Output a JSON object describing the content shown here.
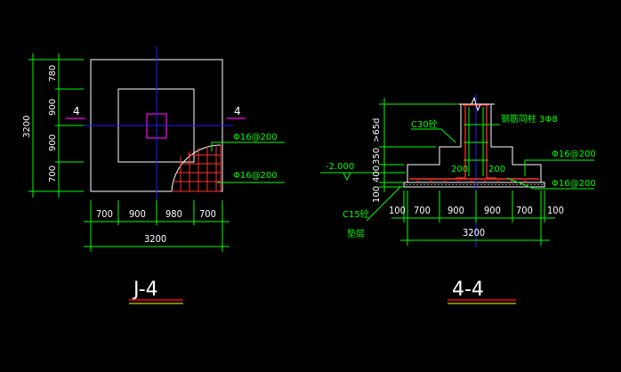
{
  "plan": {
    "title": "J-4",
    "total_width": "3200",
    "total_height": "3200",
    "h_dims": [
      "700",
      "900",
      "980",
      "700"
    ],
    "v_dims": [
      "780",
      "900",
      "900",
      "700"
    ],
    "section_mark_left": "4",
    "section_mark_right": "4",
    "rebar_top": "Φ16@200",
    "rebar_bottom": "Φ16@200"
  },
  "section": {
    "title": "4-4",
    "total_width": "3200",
    "h_dims": [
      "100",
      "700",
      "900",
      "900",
      "700",
      "100"
    ],
    "v_dims": [
      ">65d",
      "350",
      "400",
      "100"
    ],
    "concrete_label": "C30砼",
    "column_rebar": "钢筋同柱 3Φ8",
    "rebar_top": "Φ16@200",
    "rebar_bottom": "Φ16@200",
    "cushion_label": "C15砼",
    "cushion_label2": "垫层",
    "elevation": "-2.000",
    "dim_200_left": "200",
    "dim_200_right": "200"
  },
  "colors": {
    "background": "#000000",
    "outline": "#ffffff",
    "axis": "#0000ff",
    "column": "#ff00ff",
    "rebar": "#ff3030",
    "annotation": "#00ff00",
    "underline_red": "#ff0000",
    "underline_yellow": "#ffff00"
  }
}
